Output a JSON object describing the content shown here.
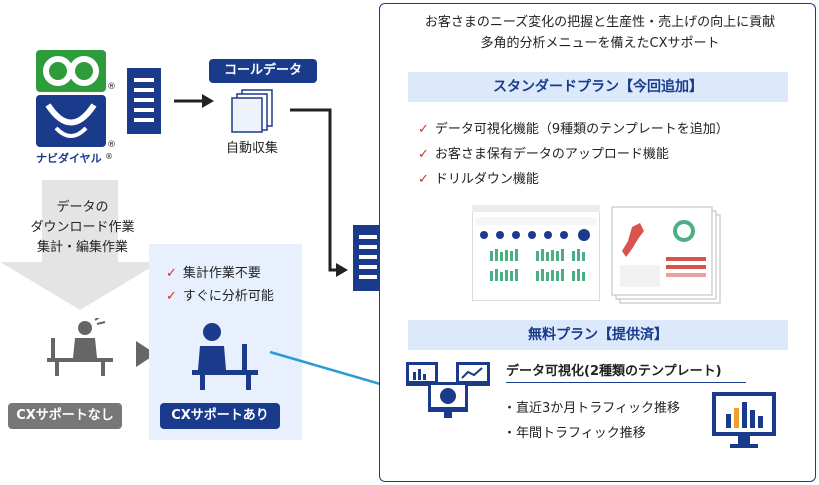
{
  "logo": {
    "brand_text": "ナビダイヤル",
    "reg_mark": "®"
  },
  "call_data": {
    "label": "コールデータ",
    "sub": "自動収集"
  },
  "left_flow": {
    "lines": [
      "データの",
      "ダウンロード作業",
      "集計・編集作業"
    ]
  },
  "without": {
    "label": "CXサポートなし"
  },
  "with": {
    "checks": [
      "集計作業不要",
      "すぐに分析可能"
    ],
    "label": "CXサポートあり"
  },
  "panel": {
    "intro": [
      "お客さまのニーズ変化の把握と生産性・売上げの向上に貢献",
      "多角的分析メニューを備えたCXサポート"
    ],
    "standard": {
      "title": "スタンダードプラン【今回追加】",
      "features": [
        "データ可視化機能（9種類のテンプレートを追加）",
        "お客さま保有データのアップロード機能",
        "ドリルダウン機能"
      ]
    },
    "free": {
      "title": "無料プラン【提供済】",
      "feature_title": "データ可視化(2種類のテンプレート)",
      "bullets": [
        "・直近3か月トラフィック推移",
        "・年間トラフィック推移"
      ]
    }
  },
  "colors": {
    "navy": "#1a3a8c",
    "green": "#2e9c3a",
    "light_blue": "#dbe9fb",
    "check_red": "#d0312d",
    "arrow_blue": "#2a9bd6",
    "gray": "#777777"
  },
  "icons": [
    "freedial-logo",
    "server-icon",
    "document-stack-icon",
    "cloud-icon",
    "person-at-desk-icon",
    "monitor-chart-icon",
    "dashboard-screenshot"
  ]
}
